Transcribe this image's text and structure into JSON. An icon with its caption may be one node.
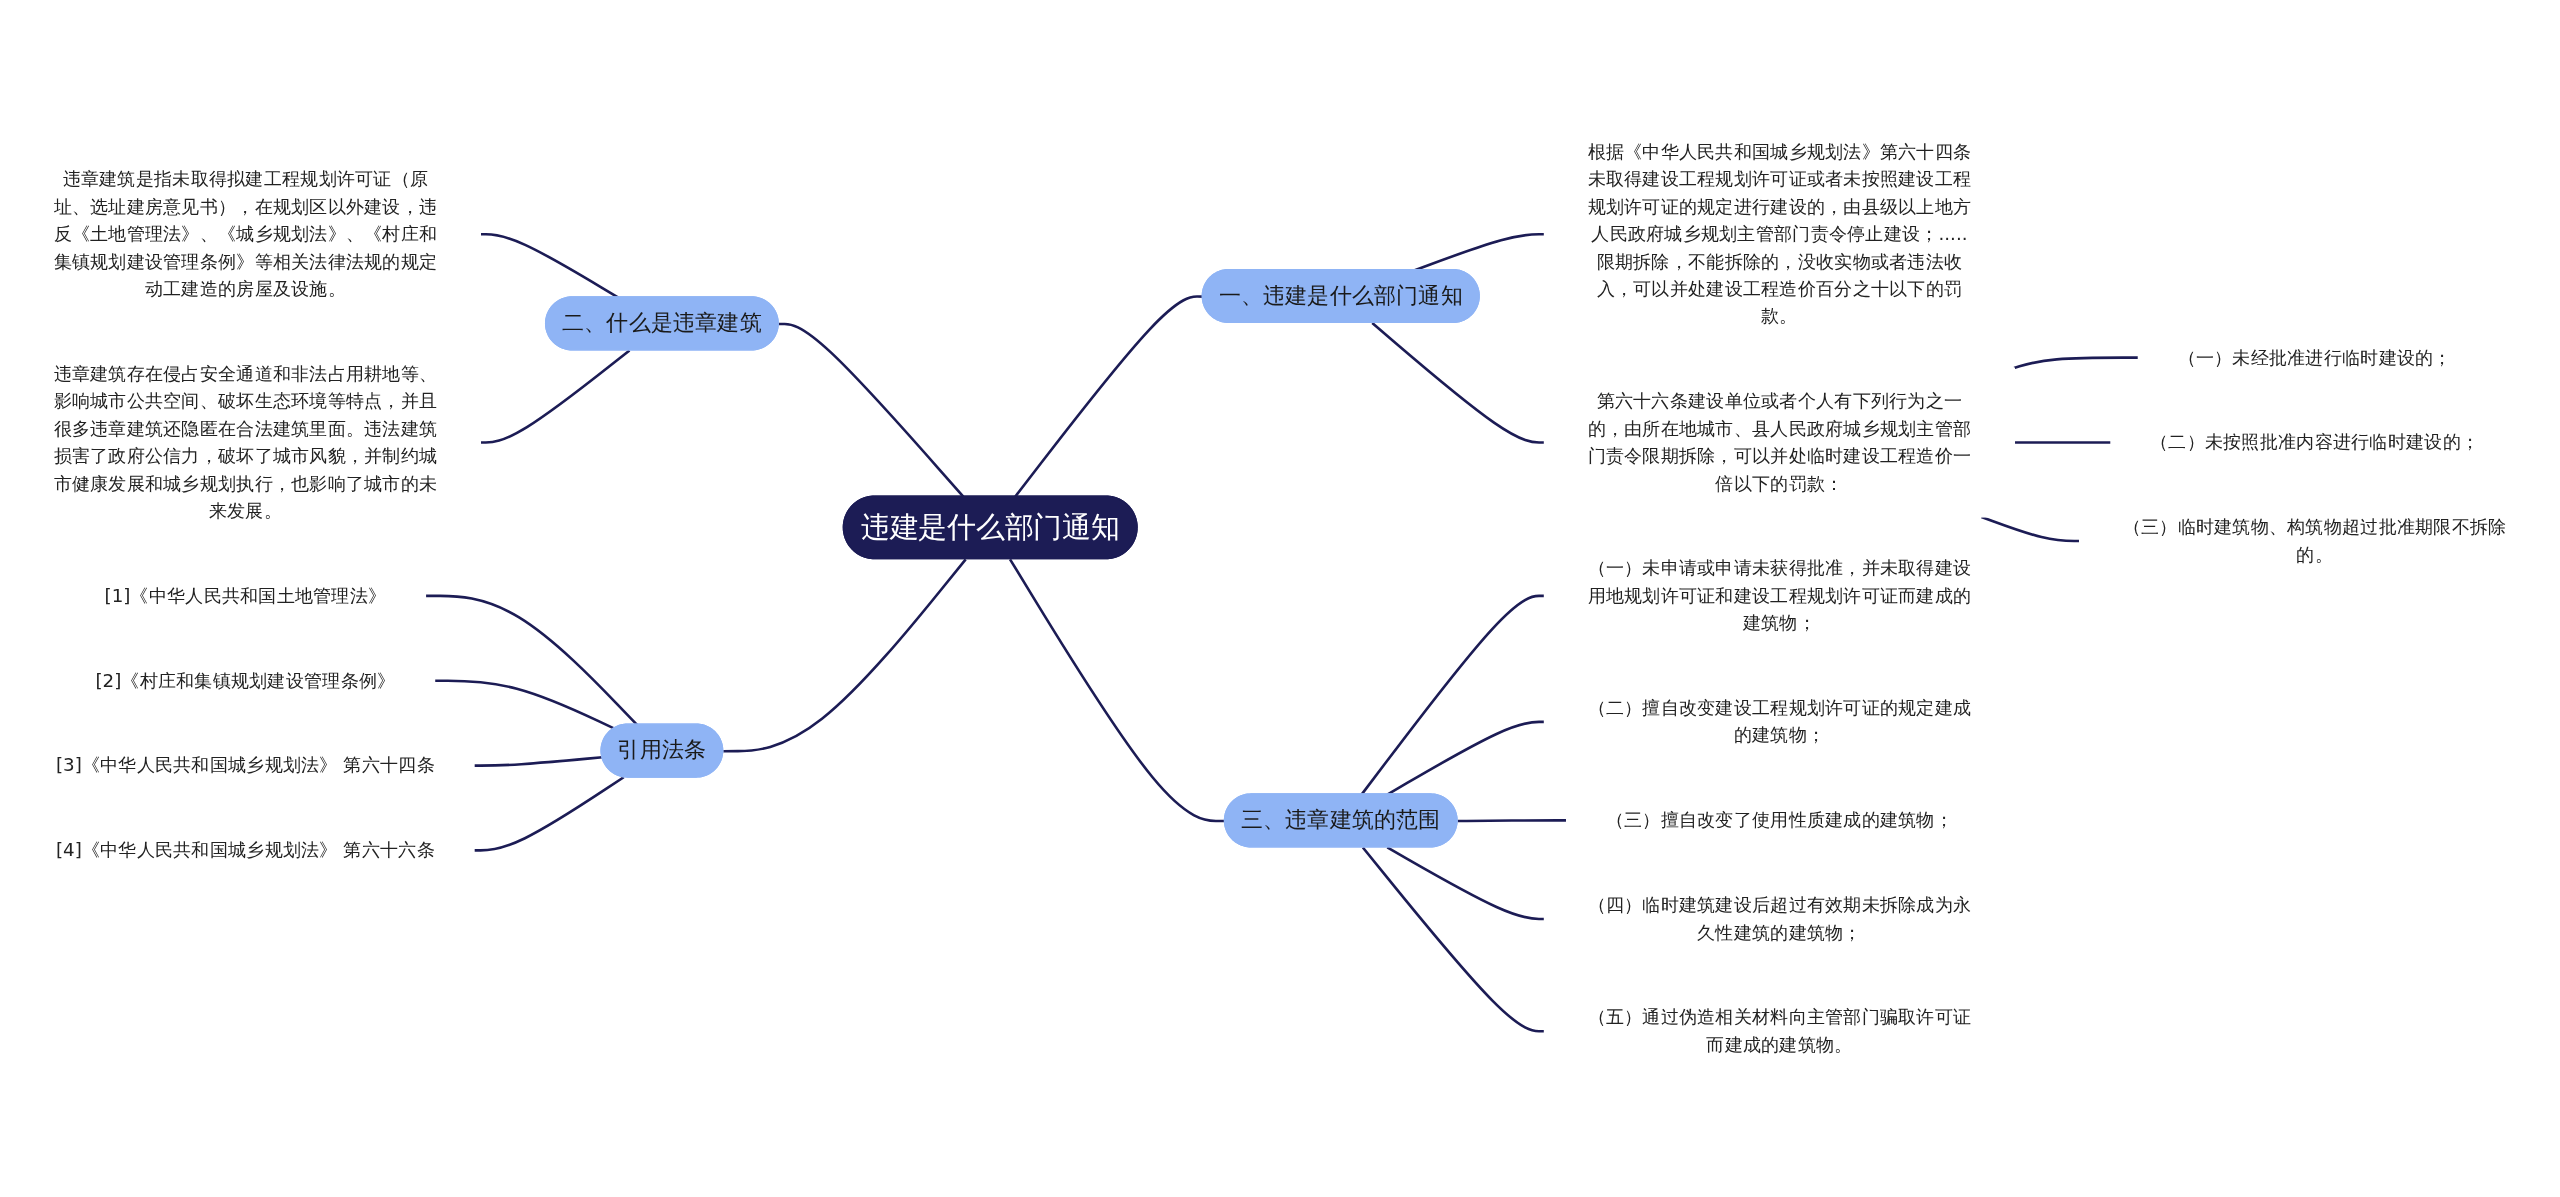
{
  "diagram": {
    "nodes": [
      {
        "text": [
          "违建是什么部门通知"
        ]
      },
      {
        "text": [
          "一、违建是什么部门通知"
        ]
      },
      {
        "text": [
          "根据《中华人民共和国城乡规划法》第六十四条未取得建设工程规划许可证或者未按照建设工程规划许可证的规定进行建设的，由县级以上地方人民政府城乡规划主管部门责令停止建设；.....限期拆除，不能拆除的，没收实物或者违法收入，可以并处建设工程造价百分之十以下的罚款。"
        ]
      },
      {
        "text": [
          "第六十六条建设单位或者个人有下列行为之一的，由所在地城市、县人民政府城乡规划主管部门责令限期拆除，可以并处临时建设工程造价一倍以下的罚款："
        ]
      },
      {
        "text": [
          "（一）未经批准进行临时建设的；"
        ]
      },
      {
        "text": [
          "（二）未按照批准内容进行临时建设的；"
        ]
      },
      {
        "text": [
          "（三）临时建筑物、构筑物超过批准期限不拆除的。"
        ]
      },
      {
        "text": [
          "三、违章建筑的范围"
        ]
      },
      {
        "text": [
          "（一）未申请或申请未获得批准，并未取得建设用地规划许可证和建设工程规划许可证而建成的建筑物；"
        ]
      },
      {
        "text": [
          "（二）擅自改变建设工程规划许可证的规定建成的建筑物；"
        ]
      },
      {
        "text": [
          "（三）擅自改变了使用性质建成的建筑物；"
        ]
      },
      {
        "text": [
          "（四）临时建筑建设后超过有效期未拆除成为永久性建筑的建筑物；"
        ]
      },
      {
        "text": [
          "（五）通过伪造相关材料向主管部门骗取许可证而建成的建筑物。"
        ]
      },
      {
        "text": [
          "二、什么是违章建筑"
        ]
      },
      {
        "text": [
          "违章建筑是指未取得拟建工程规划许可证（原址、选址建房意见书），在规划区以外建设，违反《土地管理法》、《城乡规划法》、《村庄和集镇规划建设管理条例》等相关法律法规的规定动工建造的房屋及设施。"
        ]
      },
      {
        "text": [
          "违章建筑存在侵占安全通道和非法占用耕地等、影响城市公共空间、破坏生态环境等特点，并且很多违章建筑还隐匿在合法建筑里面。违法建筑损害了政府公信力，破坏了城市风貌，并制约城市健康发展和城乡规划执行，也影响了城市的未来发展。"
        ]
      },
      {
        "text": [
          "引用法条"
        ]
      },
      {
        "text": [
          "[1]《中华人民共和国土地管理法》"
        ]
      },
      {
        "text": [
          "[2]《村庄和集镇规划建设管理条例》"
        ]
      },
      {
        "text": [
          "[3]《中华人民共和国城乡规划法》 第六十四条"
        ]
      },
      {
        "text": [
          "[4]《中华人民共和国城乡规划法》 第六十六条"
        ]
      }
    ],
    "edges": [
      {
        "from": 14,
        "to": 13,
        "arrow": "none"
      },
      {
        "from": 15,
        "to": 13,
        "arrow": "none"
      },
      {
        "from": 13,
        "to": 0,
        "arrow": "none"
      },
      {
        "from": 17,
        "to": 16,
        "arrow": "none"
      },
      {
        "from": 18,
        "to": 16,
        "arrow": "none"
      },
      {
        "from": 19,
        "to": 16,
        "arrow": "none"
      },
      {
        "from": 20,
        "to": 16,
        "arrow": "none"
      },
      {
        "from": 16,
        "to": 0,
        "arrow": "none"
      },
      {
        "from": 0,
        "to": 1,
        "arrow": "none"
      },
      {
        "from": 1,
        "to": 2,
        "arrow": "none"
      },
      {
        "from": 1,
        "to": 3,
        "arrow": "none"
      },
      {
        "from": 3,
        "to": 4,
        "arrow": "none"
      },
      {
        "from": 3,
        "to": 5,
        "arrow": "none"
      },
      {
        "from": 3,
        "to": 6,
        "arrow": "none"
      },
      {
        "from": 0,
        "to": 7,
        "arrow": "none"
      },
      {
        "from": 7,
        "to": 8,
        "arrow": "none"
      },
      {
        "from": 7,
        "to": 9,
        "arrow": "none"
      },
      {
        "from": 7,
        "to": 10,
        "arrow": "none"
      },
      {
        "from": 7,
        "to": 11,
        "arrow": "none"
      },
      {
        "from": 7,
        "to": 12,
        "arrow": "none"
      }
    ]
  }
}
